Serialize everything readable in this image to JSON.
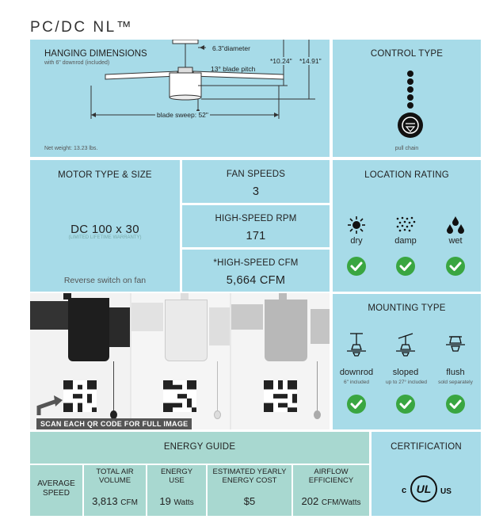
{
  "header": {
    "title": "PC/DC NL™"
  },
  "hanging": {
    "title": "HANGING DIMENSIONS",
    "subtitle": "with 6\" downrod (included)",
    "diameter_label": "6.3\"diameter",
    "pitch_label": "13° blade pitch",
    "dim1": "*10.24\"",
    "dim2": "*14.91\"",
    "sweep_label": "blade sweep: 52\"",
    "weight": "Net weight: 13.23 lbs."
  },
  "control": {
    "title": "CONTROL TYPE",
    "caption": "pull chain"
  },
  "motor": {
    "title": "MOTOR TYPE & SIZE",
    "value": "DC 100 x 30",
    "warranty": "(LIMITED LIFETIME WARRANTY)",
    "note": "Reverse switch on fan"
  },
  "speeds": {
    "title": "FAN SPEEDS",
    "value": "3"
  },
  "rpm": {
    "title": "HIGH-SPEED RPM",
    "value": "171"
  },
  "cfm": {
    "title": "*HIGH-SPEED CFM",
    "value": "5,664 CFM"
  },
  "location": {
    "title": "LOCATION RATING",
    "items": [
      {
        "label": "dry",
        "icon": "sun-icon"
      },
      {
        "label": "damp",
        "icon": "mist-icon"
      },
      {
        "label": "wet",
        "icon": "drops-icon"
      }
    ]
  },
  "mounting": {
    "title": "MOUNTING TYPE",
    "items": [
      {
        "label": "downrod",
        "note": "6\" included",
        "icon": "downrod-mount-icon"
      },
      {
        "label": "sloped",
        "note": "up to 27° included",
        "icon": "sloped-mount-icon"
      },
      {
        "label": "flush",
        "note": "sold separately",
        "icon": "flush-mount-icon"
      }
    ]
  },
  "photos": {
    "banner": "SCAN EACH QR CODE FOR FULL IMAGE"
  },
  "energy": {
    "title": "ENERGY GUIDE",
    "row_label": "AVERAGE SPEED",
    "columns": [
      {
        "header": "TOTAL AIR VOLUME",
        "value": "3,813",
        "unit": "CFM"
      },
      {
        "header": "ENERGY USE",
        "value": "19",
        "unit": "Watts"
      },
      {
        "header": "ESTIMATED YEARLY ENERGY COST",
        "value": "$5",
        "unit": ""
      },
      {
        "header": "AIRFLOW EFFICIENCY",
        "value": "202",
        "unit": "CFM/Watts"
      }
    ]
  },
  "certification": {
    "title": "CERTIFICATION",
    "mark": "UL",
    "left": "c",
    "right": "US"
  },
  "colors": {
    "panel": "#a7dbe8",
    "energy": "#a8d8d0",
    "check": "#3aa641"
  }
}
